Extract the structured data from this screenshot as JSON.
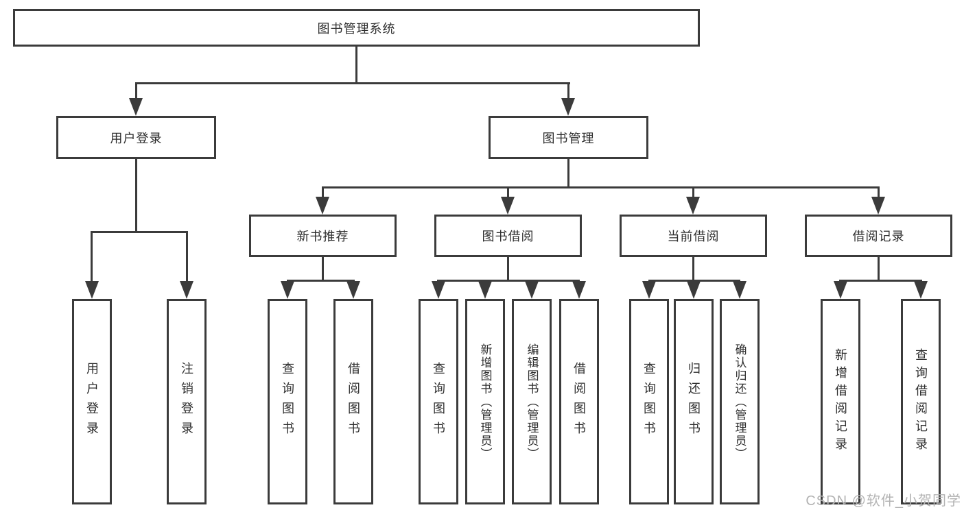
{
  "tree": {
    "label": "图书管理系统",
    "children": [
      {
        "label": "用户登录",
        "children": [
          {
            "label": "用户登录"
          },
          {
            "label": "注销登录"
          }
        ]
      },
      {
        "label": "图书管理",
        "children": [
          {
            "label": "新书推荐",
            "children": [
              {
                "label": "查询图书"
              },
              {
                "label": "借阅图书"
              }
            ]
          },
          {
            "label": "图书借阅",
            "children": [
              {
                "label": "查询图书"
              },
              {
                "label": "新增图书（管理员）"
              },
              {
                "label": "编辑图书（管理员）"
              },
              {
                "label": "借阅图书"
              }
            ]
          },
          {
            "label": "当前借阅",
            "children": [
              {
                "label": "查询图书"
              },
              {
                "label": "归还图书"
              },
              {
                "label": "确认归还（管理员）"
              }
            ]
          },
          {
            "label": "借阅记录",
            "children": [
              {
                "label": "新增借阅记录"
              },
              {
                "label": "查询借阅记录"
              }
            ]
          }
        ]
      }
    ]
  },
  "watermark": {
    "text": "CSDN @软件_小贺同学"
  },
  "colors": {
    "line": "#3b3b3b",
    "box_background": "#ffffff",
    "text": "#2e2e2e",
    "watermark": "#b3b3b3"
  }
}
